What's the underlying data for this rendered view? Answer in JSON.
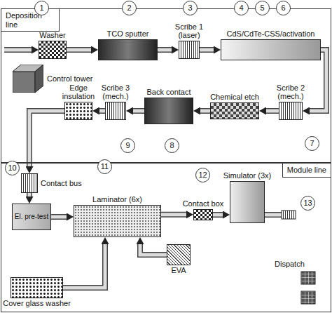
{
  "diagram": {
    "nodes": [
      {
        "text": [
          "Deposition line"
        ]
      },
      {
        "text": [
          "Washer"
        ],
        "in": 0
      },
      {
        "text": [
          "TCO sputter"
        ],
        "in": 0
      },
      {
        "text": [
          "Scribe 1 (laser)"
        ],
        "in": 0
      },
      {
        "text": [
          "CdS/CdTe-CSS/activation"
        ],
        "in": 0
      },
      {
        "text": [
          "Control tower"
        ],
        "in": 0
      },
      {
        "text": [
          "Scribe 2 (mech.)"
        ],
        "in": 0
      },
      {
        "text": [
          "Chemical etch"
        ],
        "in": 0
      },
      {
        "text": [
          "Back contact"
        ],
        "in": 0
      },
      {
        "text": [
          "Scribe 3 (mech.)"
        ],
        "in": 0
      },
      {
        "text": [
          "Edge insulation"
        ],
        "in": 0
      },
      {
        "text": [
          "Module line"
        ]
      },
      {
        "text": [
          "Contact bus"
        ],
        "in": 11
      },
      {
        "text": [
          "El. pre-test"
        ],
        "in": 11
      },
      {
        "text": [
          "Laminator (6x)"
        ],
        "in": 11
      },
      {
        "text": [
          "EVA"
        ],
        "in": 11
      },
      {
        "text": [
          "Cover glass washer"
        ],
        "in": 11
      },
      {
        "text": [
          "Contact box"
        ],
        "in": 11
      },
      {
        "text": [
          "Simulator (3x)"
        ],
        "in": 11
      }
    ],
    "edges": [
      {
        "from": 1,
        "to": 2,
        "arrow": "to"
      },
      {
        "from": 2,
        "to": 3,
        "arrow": "to"
      },
      {
        "from": 3,
        "to": 4,
        "arrow": "to"
      },
      {
        "from": 4,
        "to": 6,
        "arrow": "to"
      },
      {
        "from": 6,
        "to": 7,
        "arrow": "to"
      },
      {
        "from": 7,
        "to": 8,
        "arrow": "to"
      },
      {
        "from": 8,
        "to": 9,
        "arrow": "to"
      },
      {
        "from": 9,
        "to": 10,
        "arrow": "to"
      },
      {
        "from": 10,
        "to": 12,
        "arrow": "to"
      },
      {
        "from": 12,
        "to": 13,
        "arrow": "to"
      },
      {
        "from": 13,
        "to": 14,
        "arrow": "to"
      },
      {
        "from": 16,
        "to": 14,
        "arrow": "to"
      },
      {
        "from": 15,
        "to": 14,
        "arrow": "to"
      },
      {
        "from": 14,
        "to": 17,
        "arrow": "to"
      },
      {
        "from": 17,
        "to": 18,
        "arrow": "to"
      }
    ],
    "labels": [
      "1",
      "2",
      "3",
      "4",
      "5",
      "6",
      "7",
      "8",
      "9",
      "10",
      "11",
      "12",
      "13",
      "Dispatch"
    ]
  }
}
